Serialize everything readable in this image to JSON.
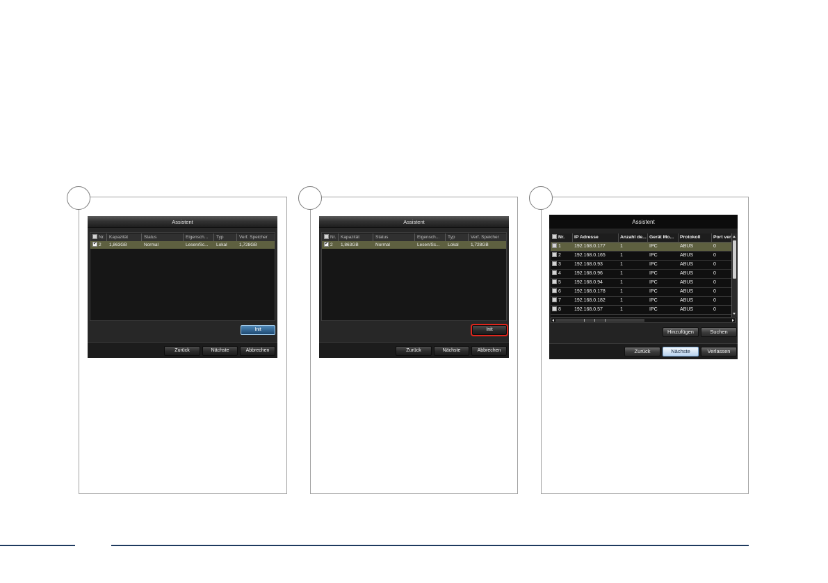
{
  "colors": {
    "frame": "#a0a0a0",
    "rule": "#1e3a5f",
    "row_selected": "#5e6040",
    "callout": "#e1261c"
  },
  "panels": [
    {
      "window": {
        "title": "Assistent",
        "table": {
          "header_checked": false,
          "headers": [
            "Nr.",
            "Kapazität",
            "Status",
            "Eigensch...",
            "Typ",
            "Verf. Speicher"
          ],
          "rows": [
            {
              "checked": true,
              "selected": true,
              "cells": [
                "2",
                "1,863GB",
                "Normal",
                "Lesen/Sc...",
                "Lokal",
                "1,728GB"
              ]
            }
          ]
        },
        "init_button": {
          "label": "Init",
          "focused": true,
          "callout": false
        },
        "nav": {
          "back": "Zurück",
          "next": "Nächste",
          "cancel": "Abbrechen"
        }
      }
    },
    {
      "window": {
        "title": "Assistent",
        "table": {
          "header_checked": false,
          "headers": [
            "Nr.",
            "Kapazität",
            "Status",
            "Eigensch...",
            "Typ",
            "Verf. Speicher"
          ],
          "rows": [
            {
              "checked": true,
              "selected": true,
              "cells": [
                "2",
                "1,863GB",
                "Normal",
                "Lesen/Sc...",
                "Lokal",
                "1,728GB"
              ]
            }
          ]
        },
        "init_button": {
          "label": "Init",
          "focused": false,
          "callout": true
        },
        "nav": {
          "back": "Zurück",
          "next": "Nächste",
          "cancel": "Abbrechen"
        }
      }
    },
    {
      "window": {
        "title": "Assistent",
        "table": {
          "header_checked": false,
          "headers": [
            "Nr.",
            "IP Adresse",
            "Anzahl de...",
            "Gerät Mo...",
            "Protokoll",
            "Port ver"
          ],
          "rows": [
            {
              "checked": false,
              "selected": true,
              "cells": [
                "1",
                "192.168.0.177",
                "1",
                "IPC",
                "ABUS",
                "0"
              ]
            },
            {
              "checked": false,
              "selected": false,
              "cells": [
                "2",
                "192.168.0.165",
                "1",
                "IPC",
                "ABUS",
                "0"
              ]
            },
            {
              "checked": false,
              "selected": false,
              "cells": [
                "3",
                "192.168.0.93",
                "1",
                "IPC",
                "ABUS",
                "0"
              ]
            },
            {
              "checked": false,
              "selected": false,
              "cells": [
                "4",
                "192.168.0.96",
                "1",
                "IPC",
                "ABUS",
                "0"
              ]
            },
            {
              "checked": false,
              "selected": false,
              "cells": [
                "5",
                "192.168.0.94",
                "1",
                "IPC",
                "ABUS",
                "0"
              ]
            },
            {
              "checked": false,
              "selected": false,
              "cells": [
                "6",
                "192.168.0.178",
                "1",
                "IPC",
                "ABUS",
                "0"
              ]
            },
            {
              "checked": false,
              "selected": false,
              "cells": [
                "7",
                "192.168.0.182",
                "1",
                "IPC",
                "ABUS",
                "0"
              ]
            },
            {
              "checked": false,
              "selected": false,
              "cells": [
                "8",
                "192.168.0.57",
                "1",
                "IPC",
                "ABUS",
                "0"
              ]
            }
          ]
        },
        "actions": {
          "add": "Hinzufügen",
          "search": "Suchen"
        },
        "nav": {
          "back": "Zurück",
          "next": "Nächste",
          "exit": "Verlassen",
          "next_focused": true
        }
      }
    }
  ]
}
